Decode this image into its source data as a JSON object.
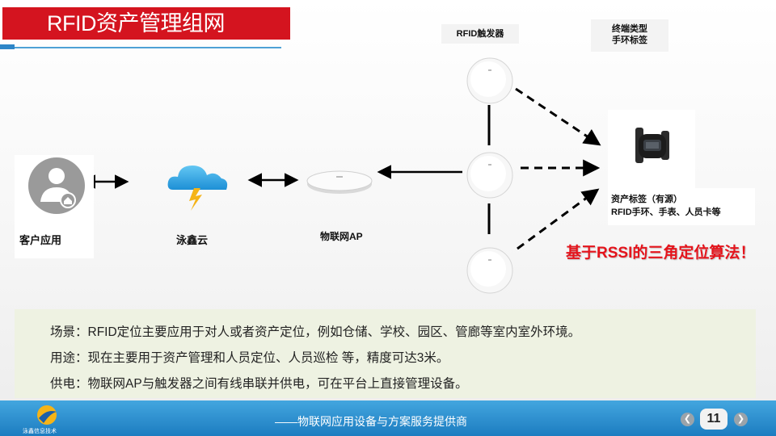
{
  "title": "RFID资产管理组网",
  "labels": {
    "trigger": "RFID触发器",
    "terminal_type_line1": "终端类型",
    "terminal_type_line2": "手环标签",
    "client": "客户应用",
    "cloud": "泳鑫云",
    "ap": "物联网AP",
    "tag_line1": "资产标签（有源）",
    "tag_line2": "RFID手环、手表、人员卡等"
  },
  "highlight": "基于RSSI的三角定位算法！",
  "info": {
    "scene": "场景：RFID定位主要应用于对人或者资产定位，例如仓储、学校、园区、管廊等室内室外环境。",
    "usage": "用途：现在主要用于资产管理和人员定位、人员巡检 等，精度可达3米。",
    "power": "供电：物联网AP与触发器之间有线串联并供电，可在平台上直接管理设备。"
  },
  "footer": {
    "tagline": "——物联网应用设备与方案服务提供商",
    "page_number": "11",
    "logo_text": "泳鑫信息技术"
  },
  "colors": {
    "title_bg": "#d4141f",
    "highlight": "#e5141c",
    "footer_bg": "#1c7cc0",
    "info_bg": "#eef2e2"
  },
  "icons": [
    "user-avatar-icon",
    "cloud-lightning-icon",
    "access-point-icon",
    "trigger-device-icon",
    "smartwatch-icon",
    "prev-page-icon",
    "next-page-icon"
  ]
}
